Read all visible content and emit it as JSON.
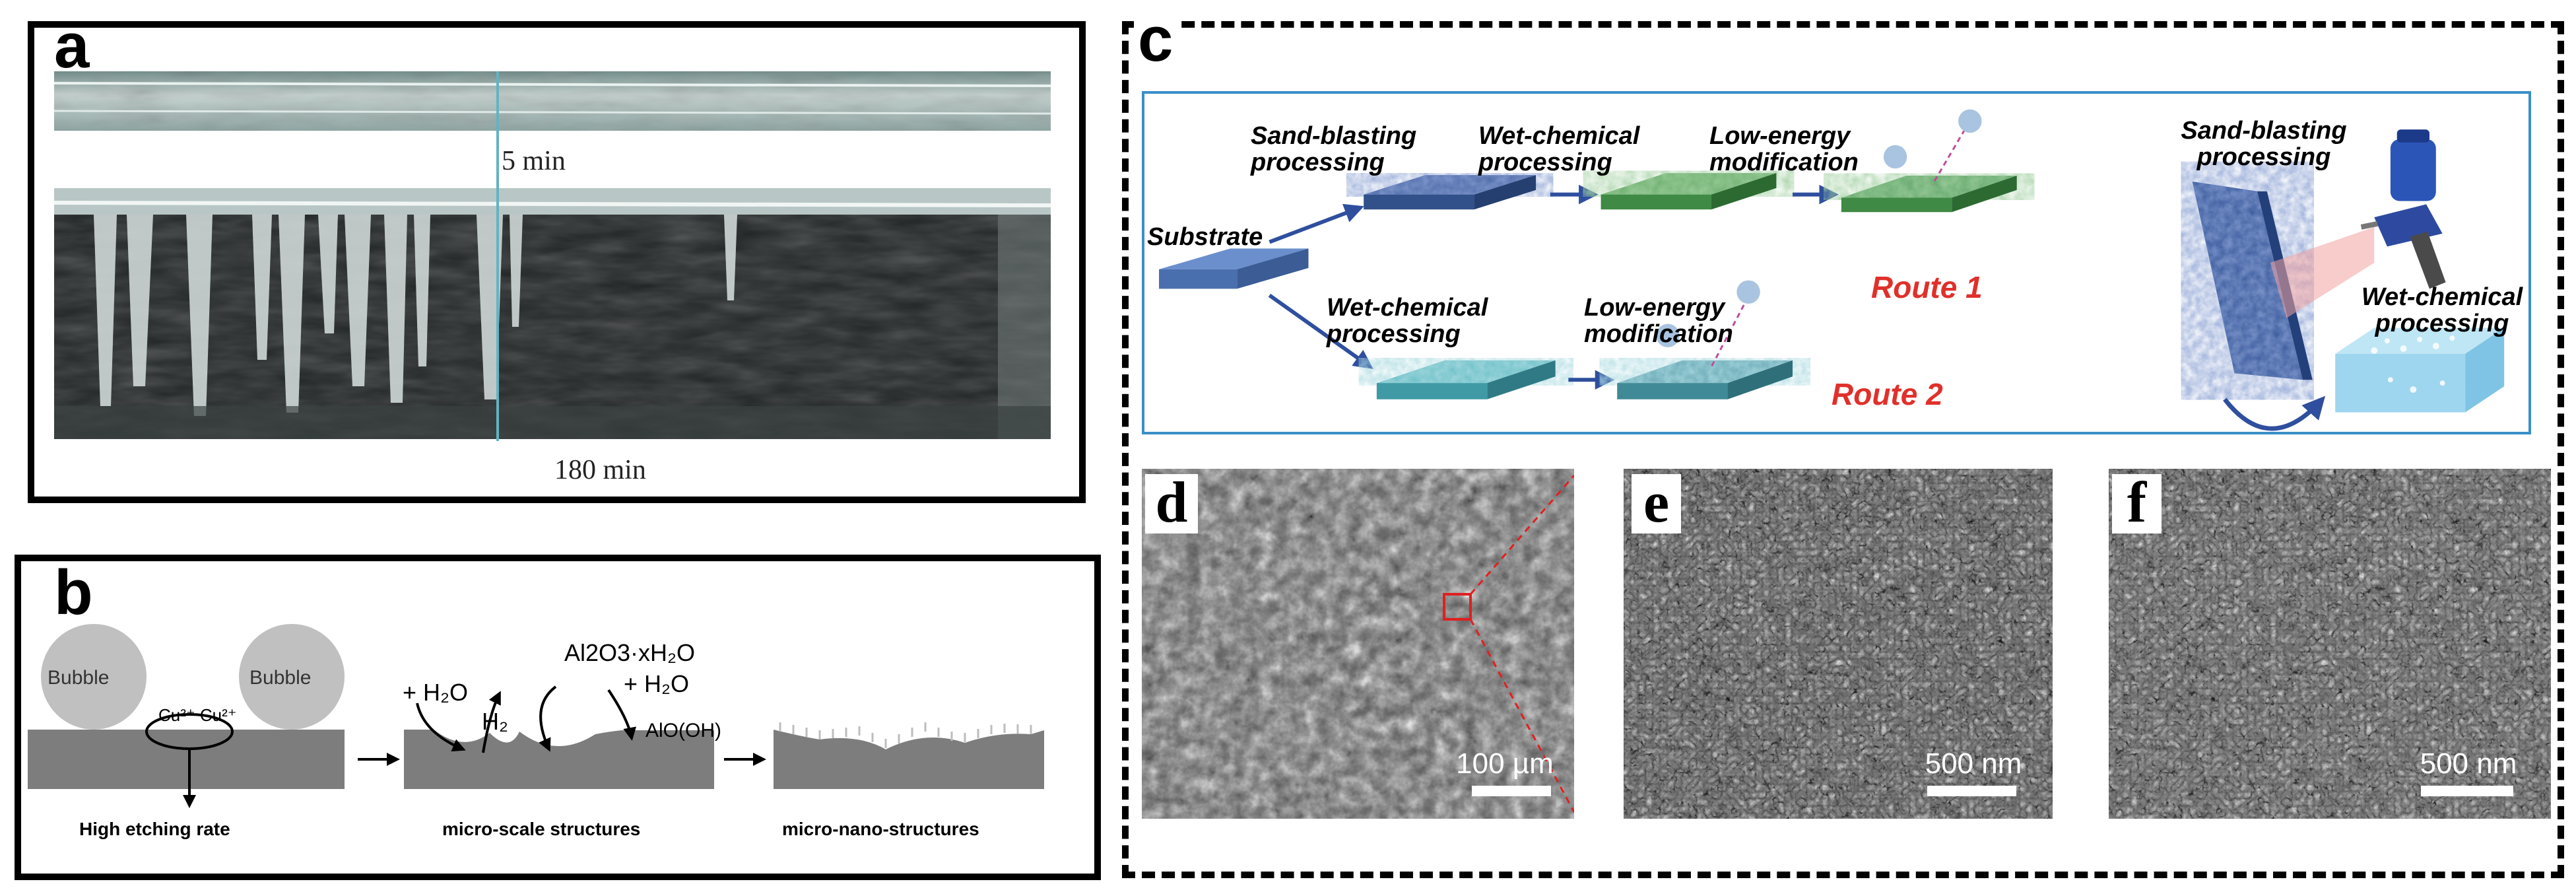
{
  "figure": {
    "panel_a": {
      "letter": "a",
      "label_top": "5 min",
      "label_bottom": "180 min"
    },
    "panel_b": {
      "letter": "b",
      "bubble_left": "Bubble",
      "bubble_right": "Bubble",
      "ion_label": "Cu²⁺ Cu²⁺",
      "water1": "+ H₂O",
      "h2": "H₂",
      "oxide": "Al2O3·xH₂O",
      "water2": "+ H₂O",
      "alooh": "AlO(OH)",
      "caption_1": "High etching rate",
      "caption_2": "micro-scale structures",
      "caption_3": "micro-nano-structures"
    },
    "panel_c": {
      "letter": "c",
      "substrate": "Substrate",
      "sand_blasting": "Sand-blasting processing",
      "wet_chemical_1": "Wet-chemical processing",
      "low_energy_1": "Low-energy modification",
      "wet_chemical_2": "Wet-chemical processing",
      "low_energy_2": "Low-energy modification",
      "route1": "Route 1",
      "route2": "Route 2",
      "sand_blasting_right": "Sand-blasting processing",
      "wet_chemical_right": "Wet-chemical processing"
    },
    "panel_d": {
      "letter": "d",
      "scale": "100 µm"
    },
    "panel_e": {
      "letter": "e",
      "scale": "500 nm"
    },
    "panel_f": {
      "letter": "f",
      "scale": "500 nm"
    }
  },
  "colors": {
    "route_red": "#e0302a",
    "arrow_blue": "#2f4f9e",
    "frame_blue": "#3a8fc8"
  }
}
